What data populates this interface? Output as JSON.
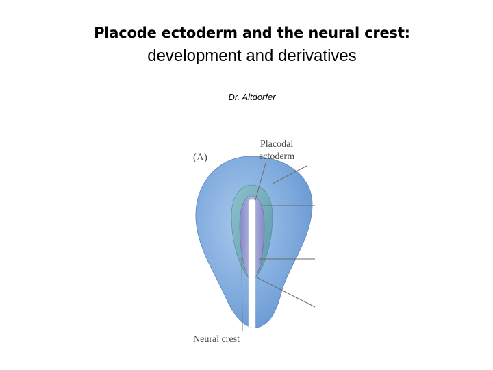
{
  "slide": {
    "title": "Placode ectoderm and the neural crest:",
    "subtitle": "development and derivatives",
    "author": "Dr. Altdorfer"
  },
  "figure": {
    "panel_label": "(A)",
    "label_placodal_line1": "Placodal",
    "label_placodal_line2": "ectoderm",
    "label_neural_crest": "Neural crest"
  },
  "colors": {
    "ectoderm_blue": "#7da9dc",
    "placode_teal": "#6fa8b8",
    "neural_plate_lavender": "#9a9fd0",
    "neural_groove_white": "#ffffff",
    "leader_lines": "#6b6b6b"
  }
}
